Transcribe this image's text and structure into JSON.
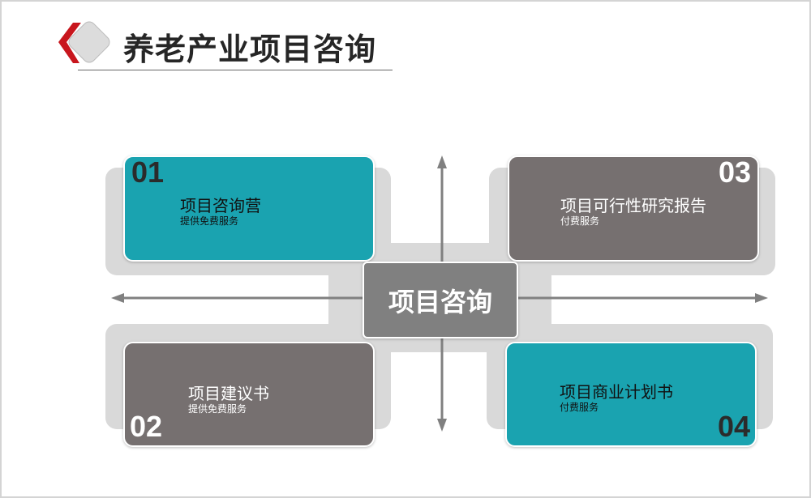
{
  "title": "养老产业项目咨询",
  "center": "项目咨询",
  "colors": {
    "teal": "#1aa3b0",
    "grey": "#767070",
    "accent": "#c8161d"
  },
  "items": [
    {
      "num": "01",
      "title": "项目咨询营",
      "sub": "提供免费服务"
    },
    {
      "num": "02",
      "title": "项目建议书",
      "sub": "提供免费服务"
    },
    {
      "num": "03",
      "title": "项目可行性研究报告",
      "sub": "付费服务"
    },
    {
      "num": "04",
      "title": "项目商业计划书",
      "sub": "付费服务"
    }
  ]
}
